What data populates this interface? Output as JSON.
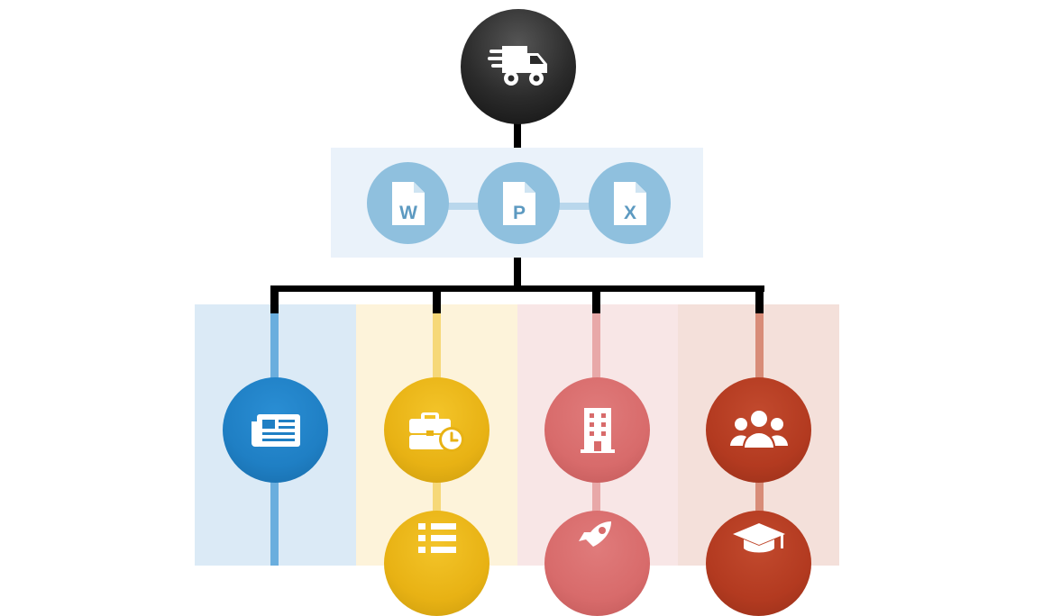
{
  "colors": {
    "root": "#2b2b2b",
    "docs_panel": "#eaf2fa",
    "doc_node": "#8fc0de",
    "doc_glyph": "#5d9ac1",
    "doc_link": "#b9d7ec",
    "connector": "#000000",
    "columns": [
      {
        "bg": "#dbeaf6",
        "line": "#6aaede",
        "node": "#1f7fc4"
      },
      {
        "bg": "#fdf3da",
        "line": "#f6d878",
        "node": "#e8b214"
      },
      {
        "bg": "#f8e6e6",
        "line": "#e8a8a8",
        "node": "#d86b6b"
      },
      {
        "bg": "#f4e0da",
        "line": "#d88c78",
        "node": "#b33a20"
      }
    ]
  },
  "root": {
    "icon": "delivery-truck-icon"
  },
  "docs": [
    {
      "icon": "word-file-icon",
      "letter": "W"
    },
    {
      "icon": "powerpoint-file-icon",
      "letter": "P"
    },
    {
      "icon": "excel-file-icon",
      "letter": "X"
    }
  ],
  "columns": [
    {
      "nodes": [
        {
          "icon": "newspaper-icon"
        }
      ]
    },
    {
      "nodes": [
        {
          "icon": "briefcase-clock-icon"
        },
        {
          "icon": "list-icon"
        }
      ]
    },
    {
      "nodes": [
        {
          "icon": "building-icon"
        },
        {
          "icon": "rocket-icon"
        }
      ]
    },
    {
      "nodes": [
        {
          "icon": "users-icon"
        },
        {
          "icon": "graduation-cap-icon"
        }
      ]
    }
  ]
}
